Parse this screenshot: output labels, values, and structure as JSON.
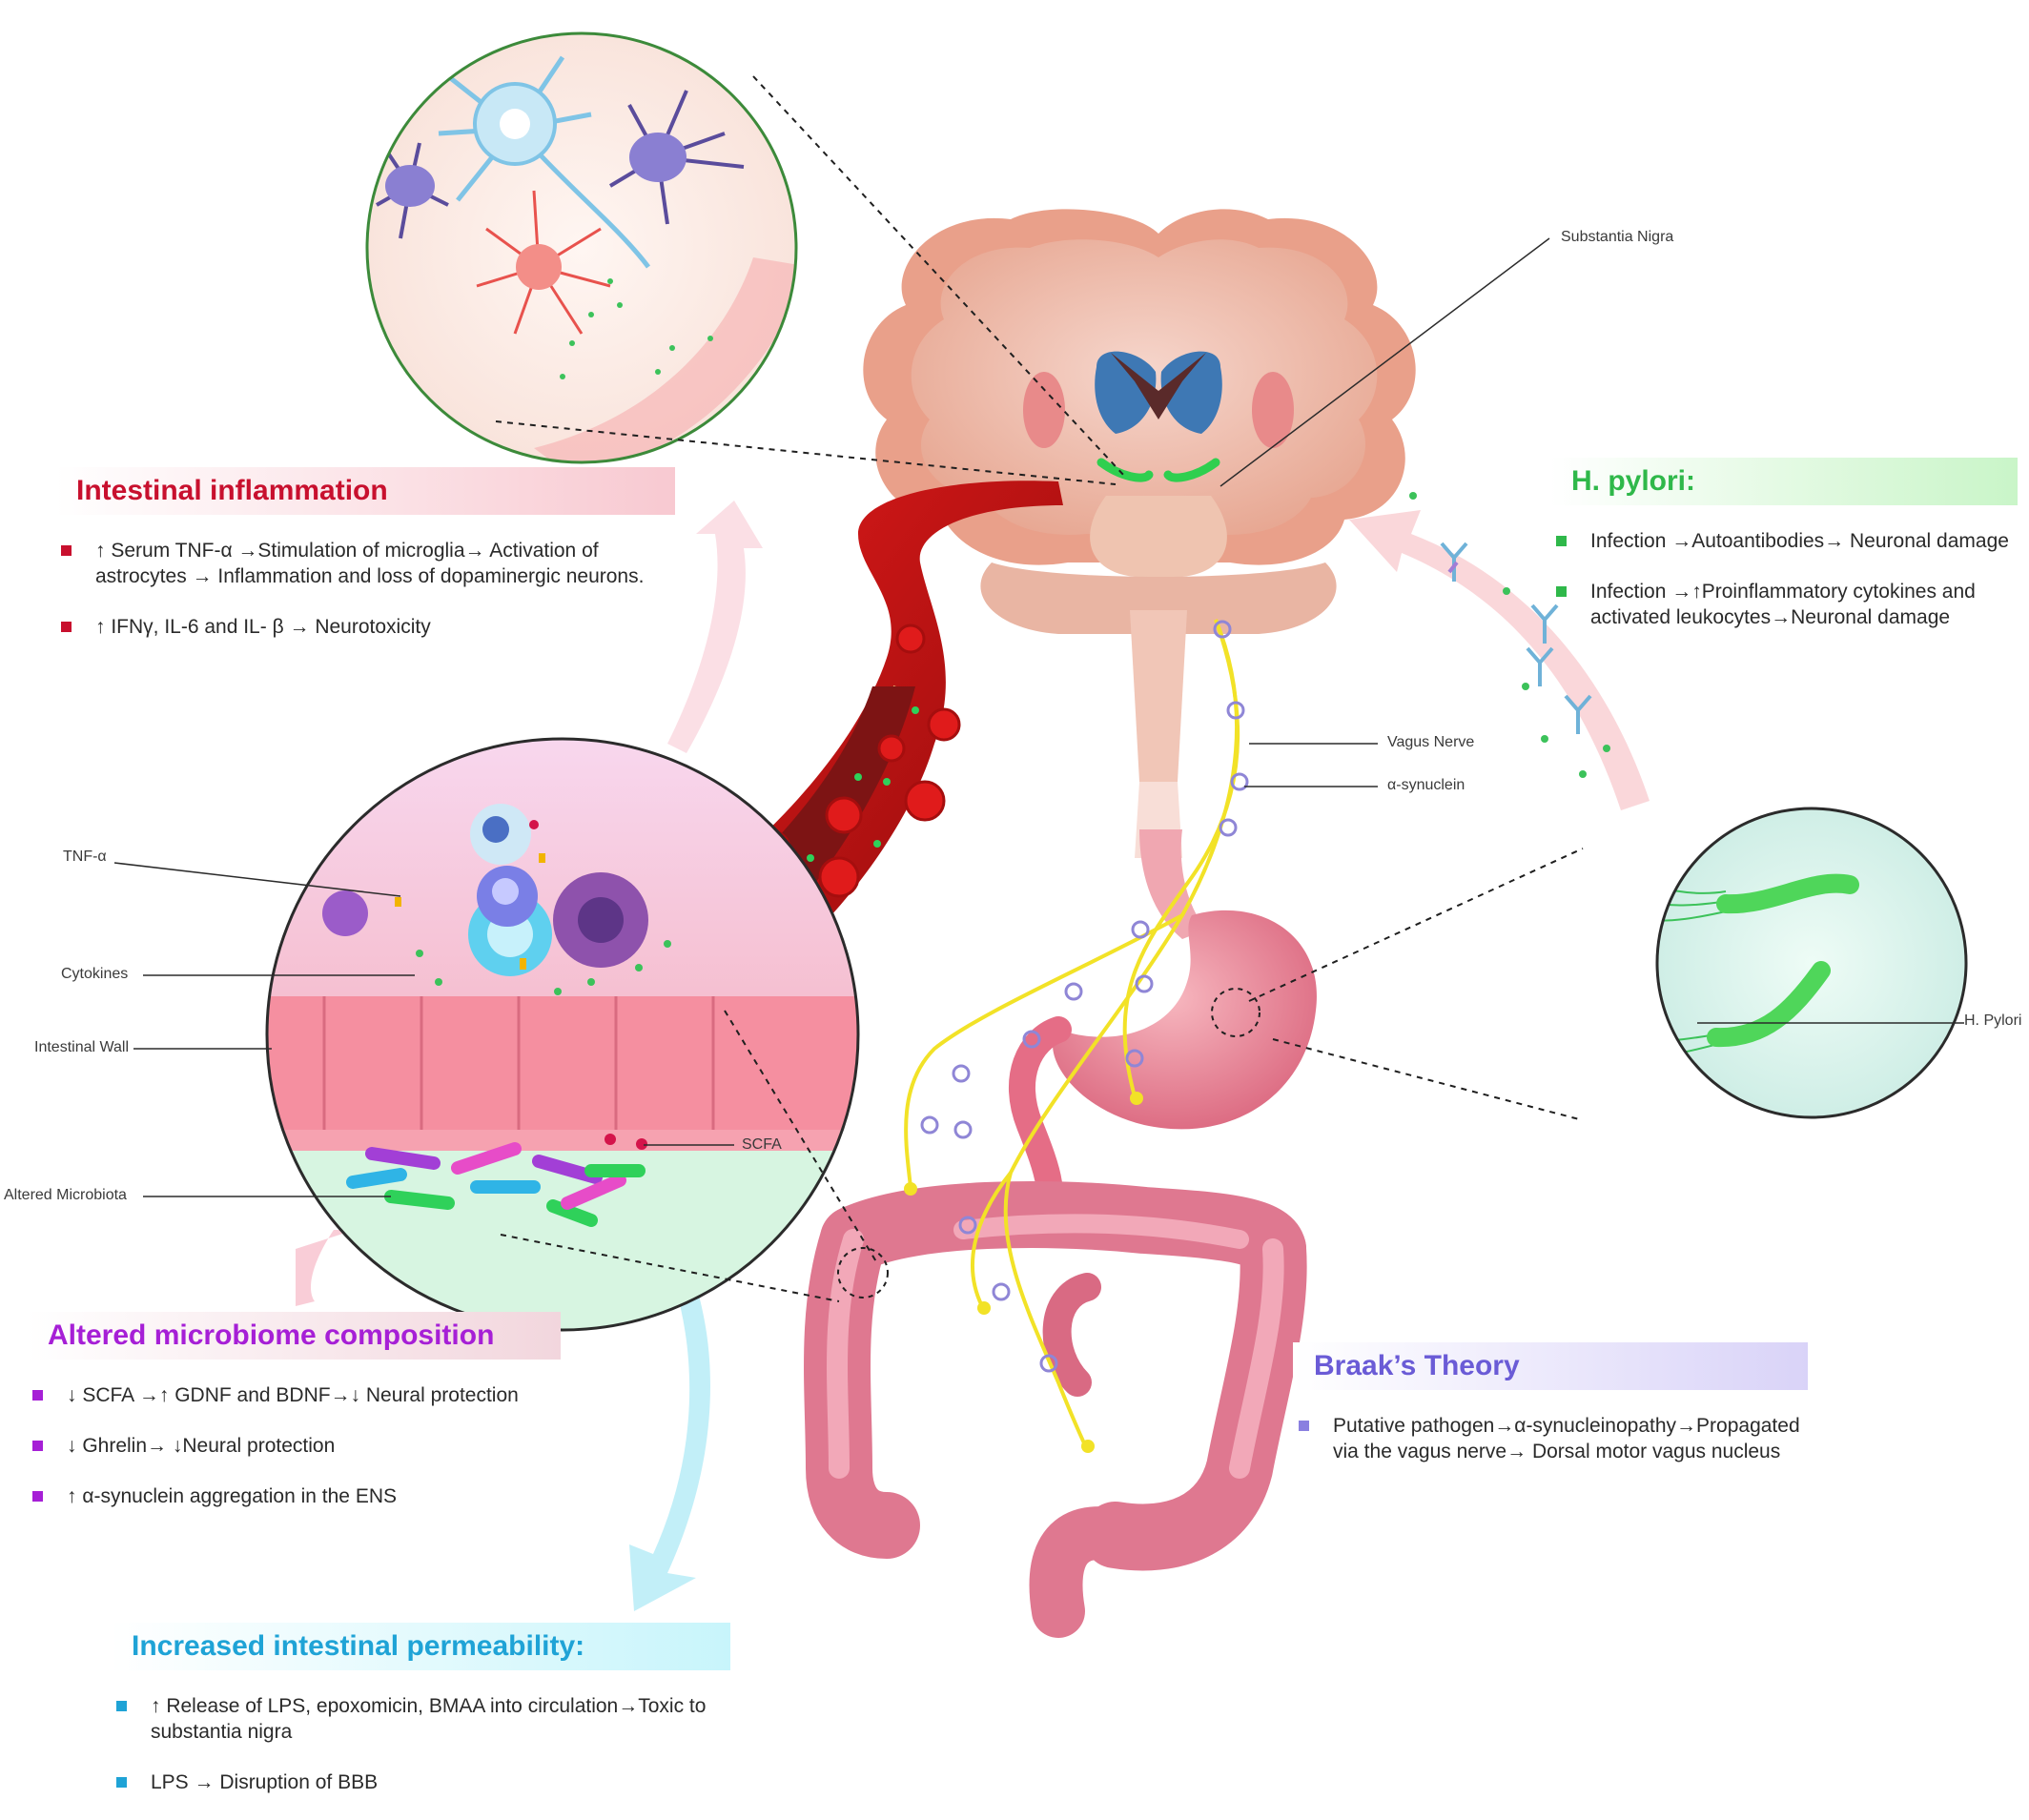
{
  "colors": {
    "inflammation": "#c8102e",
    "microbiome": "#a61fd6",
    "permeability": "#1fa3d6",
    "hpylori": "#2fb84a",
    "braak": "#6a5bd6"
  },
  "panels": {
    "intestinal_inflammation": {
      "title": "Intestinal inflammation",
      "items": [
        "↑ Serum TNF-α →Stimulation of microglia→  Activation of astrocytes →  Inflammation and loss of dopaminergic neurons.",
        "↑ IFNγ, IL-6 and IL- β → Neurotoxicity"
      ]
    },
    "altered_microbiome": {
      "title": "Altered microbiome composition",
      "items": [
        "↓ SCFA →↑ GDNF and BDNF→↓ Neural protection",
        "↓ Ghrelin→ ↓Neural protection",
        "↑ α-synuclein aggregation in the ENS"
      ]
    },
    "increased_permeability": {
      "title": "Increased intestinal permeability:",
      "items": [
        "↑ Release of LPS, epoxomicin, BMAA into circulation→Toxic to substantia nigra",
        "LPS → Disruption of BBB"
      ]
    },
    "h_pylori": {
      "title": "H. pylori:",
      "items": [
        "Infection →Autoantibodies→ Neuronal damage",
        "Infection →↑Proinflammatory cytokines and activated leukocytes→Neuronal damage"
      ]
    },
    "braak": {
      "title": "Braak’s Theory",
      "items": [
        "Putative pathogen→α-synucleinopathy→Propagated via the vagus nerve→ Dorsal motor vagus nucleus"
      ]
    }
  },
  "labels": {
    "substantia_nigra": "Substantia Nigra",
    "vagus_nerve": "Vagus Nerve",
    "alpha_synuclein": "α-synuclein",
    "h_pylori": "H. Pylori",
    "tnf_alpha": "TNF-α",
    "cytokines": "Cytokines",
    "intestinal_wall": "Intestinal Wall",
    "scfa": "SCFA",
    "altered_microbiota": "Altered Microbiota"
  }
}
